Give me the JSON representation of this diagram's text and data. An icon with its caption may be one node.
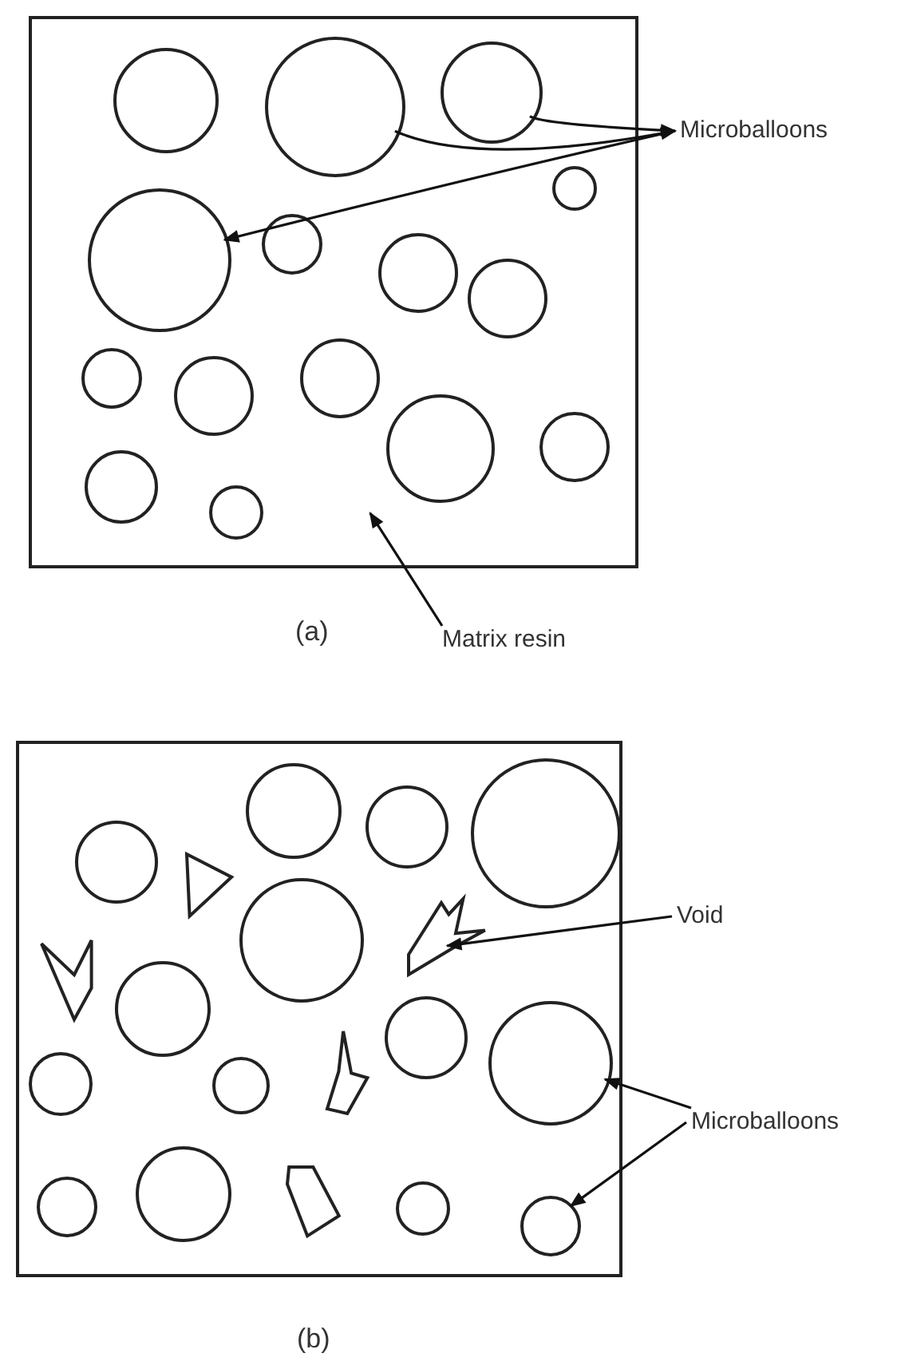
{
  "diagram": {
    "nodes": [
      {
        "text": [],
        "shape": "box"
      },
      {
        "text": [],
        "shape": "circle",
        "in": 0
      },
      {
        "text": [],
        "shape": "circle",
        "in": 0
      },
      {
        "text": [],
        "shape": "circle",
        "in": 0
      },
      {
        "text": [],
        "shape": "circle",
        "in": 0
      },
      {
        "text": [],
        "shape": "circle",
        "in": 0
      },
      {
        "text": [],
        "shape": "circle",
        "in": 0
      },
      {
        "text": [],
        "shape": "circle",
        "in": 0
      },
      {
        "text": [],
        "shape": "circle",
        "in": 0
      },
      {
        "text": [],
        "shape": "circle",
        "in": 0
      },
      {
        "text": [],
        "shape": "circle",
        "in": 0
      },
      {
        "text": [],
        "shape": "circle",
        "in": 0
      },
      {
        "text": [],
        "shape": "circle",
        "in": 0
      },
      {
        "text": [],
        "shape": "circle",
        "in": 0
      },
      {
        "text": [],
        "shape": "circle",
        "in": 0
      },
      {
        "text": [],
        "shape": "circle",
        "in": 0
      },
      {
        "text": [
          "Microballoons"
        ]
      },
      {
        "text": [
          "Matrix resin"
        ]
      },
      {
        "text": [],
        "shape": "box"
      },
      {
        "text": [],
        "shape": "circle",
        "in": 18
      },
      {
        "text": [],
        "shape": "circle",
        "in": 18
      },
      {
        "text": [],
        "shape": "circle",
        "in": 18
      },
      {
        "text": [],
        "shape": "circle",
        "in": 18
      },
      {
        "text": [],
        "shape": "polygon",
        "in": 18
      },
      {
        "text": [],
        "shape": "circle",
        "in": 18
      },
      {
        "text": [],
        "shape": "polygon",
        "in": 18
      },
      {
        "text": [],
        "shape": "polygon",
        "in": 18
      },
      {
        "text": [],
        "shape": "circle",
        "in": 18
      },
      {
        "text": [],
        "shape": "circle",
        "in": 18
      },
      {
        "text": [],
        "shape": "circle",
        "in": 18
      },
      {
        "text": [],
        "shape": "circle",
        "in": 18
      },
      {
        "text": [],
        "shape": "circle",
        "in": 18
      },
      {
        "text": [],
        "shape": "polygon",
        "in": 18
      },
      {
        "text": [],
        "shape": "circle",
        "in": 18
      },
      {
        "text": [],
        "shape": "circle",
        "in": 18
      },
      {
        "text": [],
        "shape": "circle",
        "in": 18
      },
      {
        "text": [],
        "shape": "circle",
        "in": 18
      },
      {
        "text": [],
        "shape": "polygon",
        "in": 18
      },
      {
        "text": [
          "Void"
        ]
      },
      {
        "text": [
          "Microballoons"
        ]
      }
    ],
    "edges": [
      {
        "from": 3,
        "to": 16,
        "arrow": "to"
      },
      {
        "from": 2,
        "to": 16,
        "arrow": "to"
      },
      {
        "from": 16,
        "to": 5,
        "arrow": "to"
      },
      {
        "from": 17,
        "to": 0,
        "arrow": "to"
      },
      {
        "from": 38,
        "to": 25,
        "arrow": "to"
      },
      {
        "from": 39,
        "to": 29,
        "arrow": "to"
      },
      {
        "from": 39,
        "to": 36,
        "arrow": "to"
      }
    ],
    "labels": [
      "(a)",
      "(b)"
    ]
  }
}
